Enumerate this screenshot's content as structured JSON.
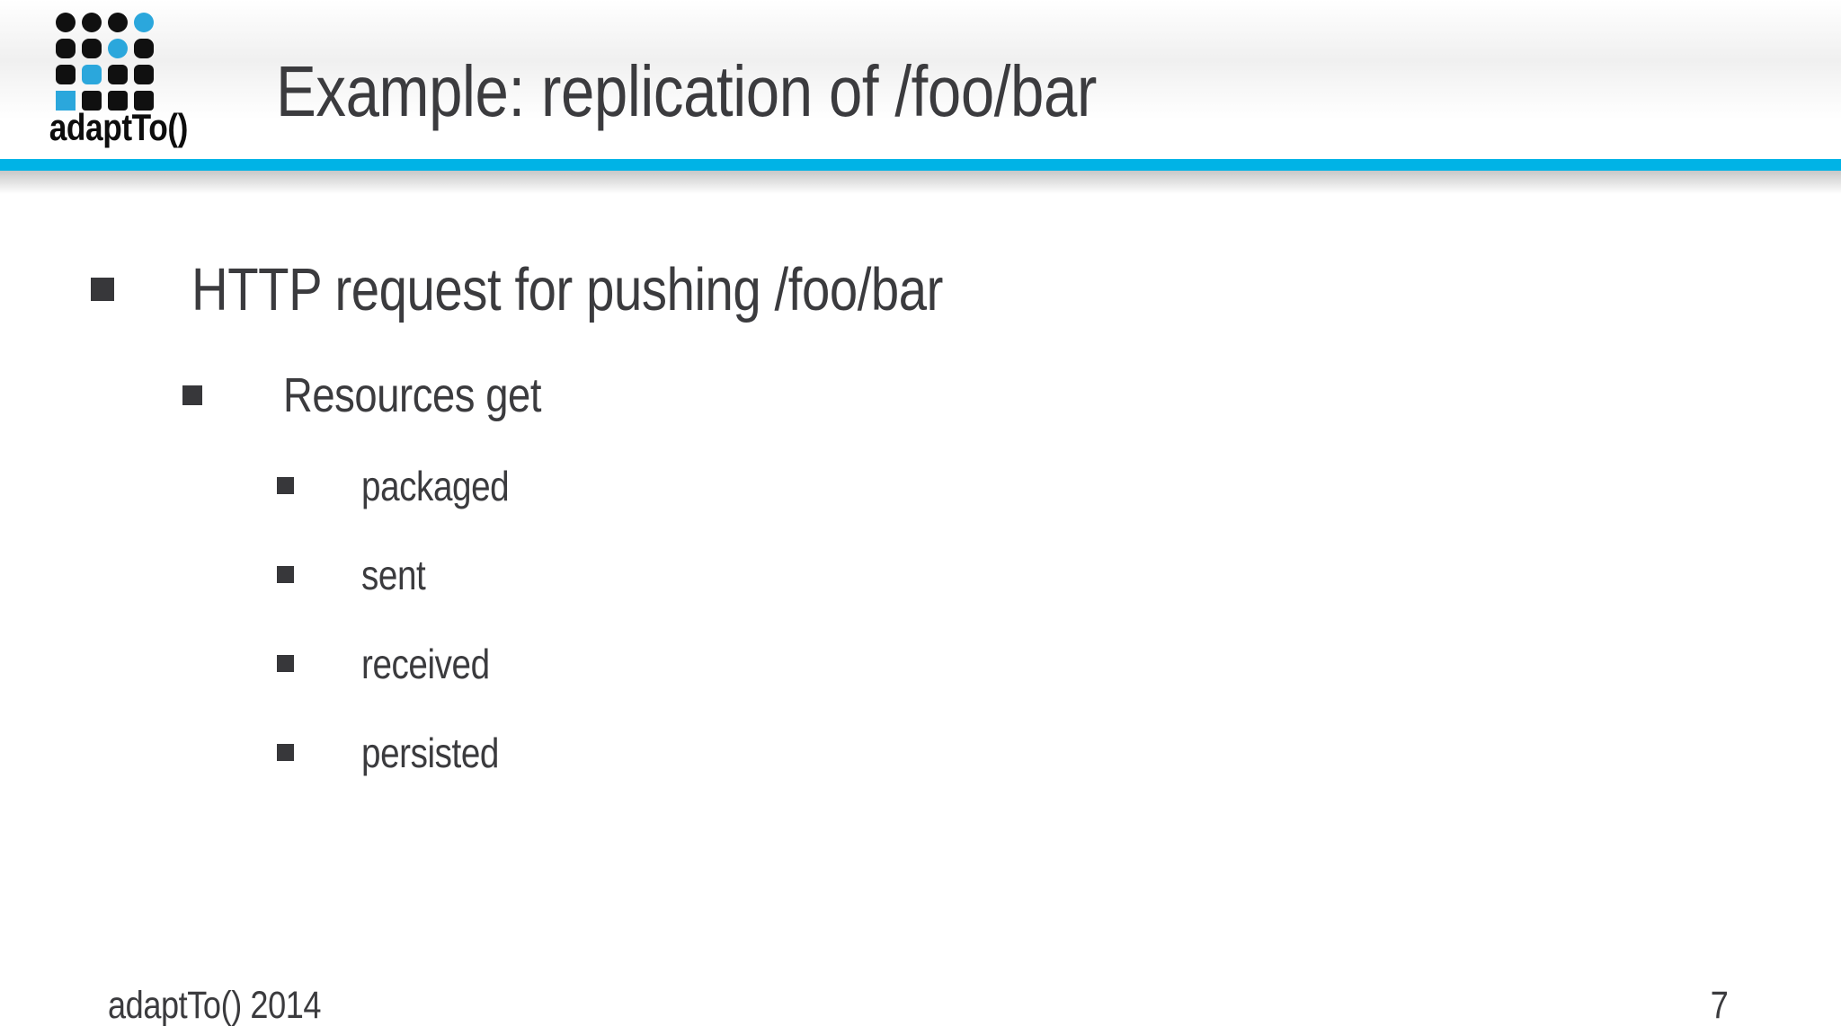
{
  "logo": {
    "wordmark": "adaptTo()"
  },
  "title": "Example: replication of /foo/bar",
  "bullets": [
    {
      "level": 1,
      "text": "HTTP request for pushing /foo/bar"
    },
    {
      "level": 2,
      "text": "Resources get"
    },
    {
      "level": 3,
      "text": "packaged"
    },
    {
      "level": 3,
      "text": "sent"
    },
    {
      "level": 3,
      "text": "received"
    },
    {
      "level": 3,
      "text": "persisted"
    }
  ],
  "footer": {
    "left": "adaptTo() 2014",
    "page_number": "7"
  },
  "colors": {
    "accent_cyan": "#00B3E6",
    "logo_cyan": "#2BA7DC",
    "text": "#3B3B3E",
    "bullet_marker": "#37373A"
  }
}
